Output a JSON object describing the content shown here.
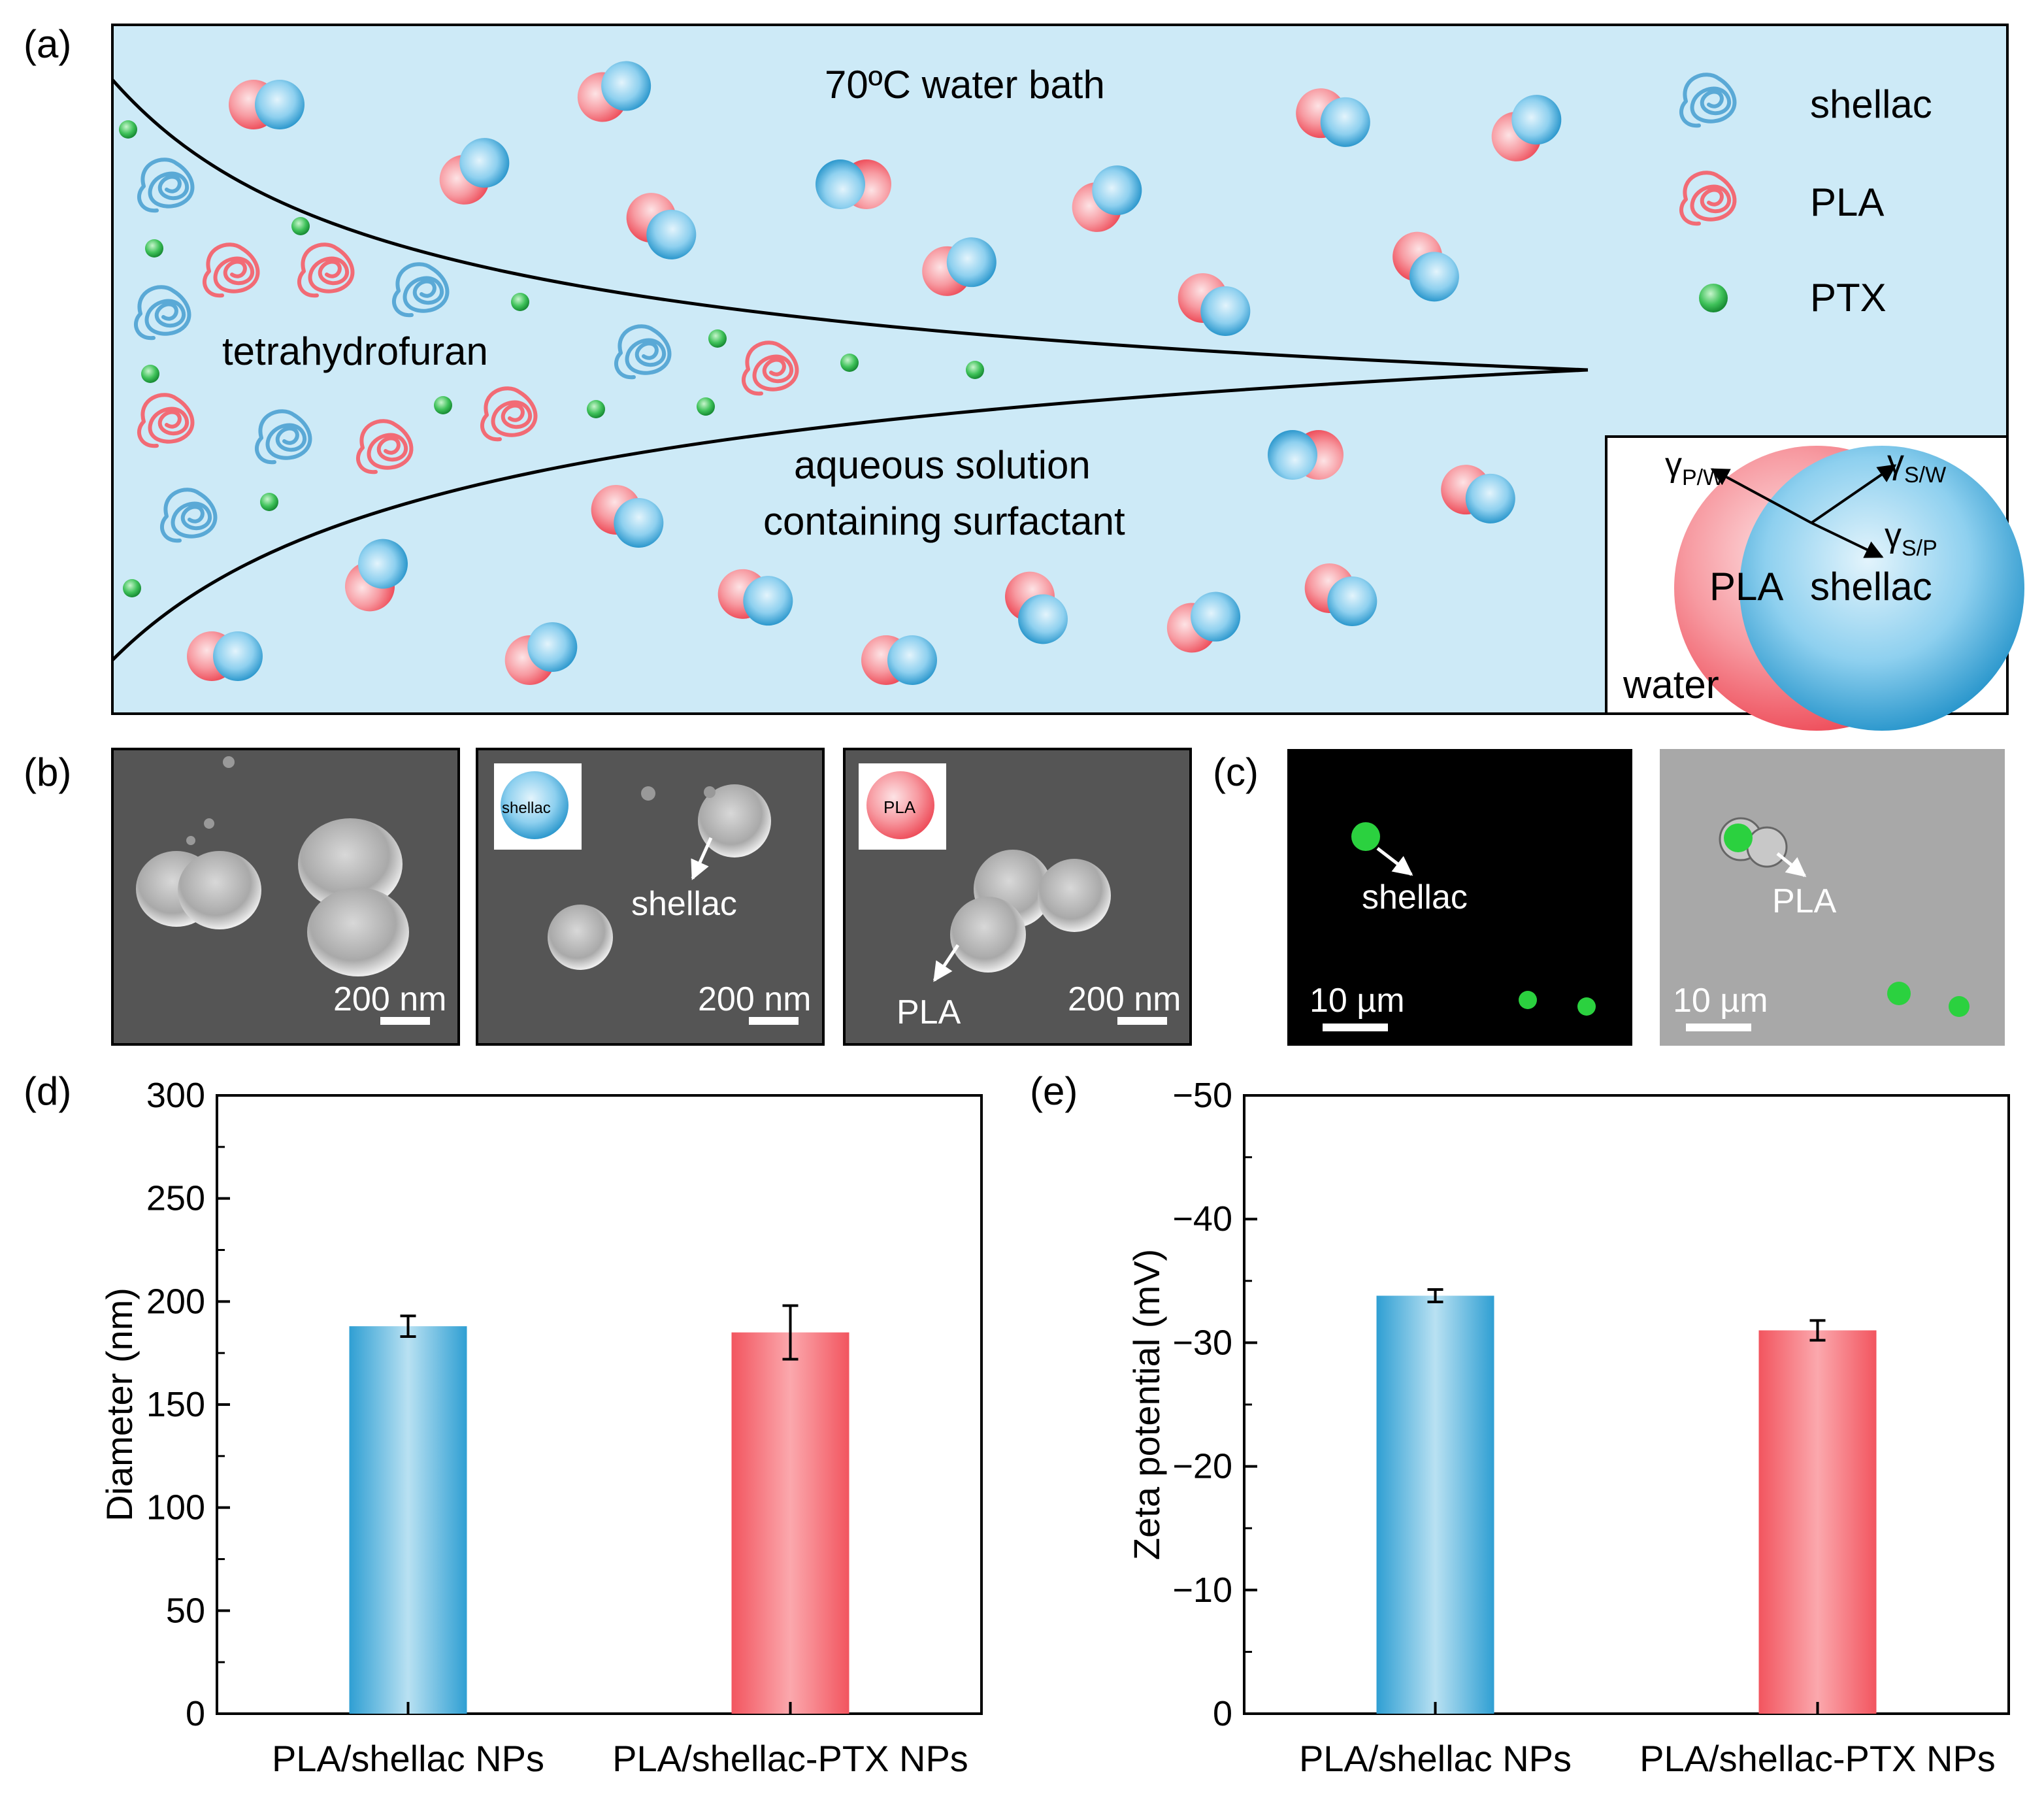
{
  "panel_labels": {
    "a": "(a)",
    "b": "(b)",
    "c": "(c)",
    "d": "(d)",
    "e": "(e)"
  },
  "schematic": {
    "title": "70ºC water bath",
    "solvent_label": "tetrahydrofuran",
    "aqueous_label_line1": "aqueous solution",
    "aqueous_label_line2": "containing surfactant",
    "legend": {
      "shellac": "shellac",
      "pla": "PLA",
      "ptx": "PTX"
    },
    "inset": {
      "gamma_pw": "γ",
      "gamma_pw_sub": "P/W",
      "gamma_sw": "γ",
      "gamma_sw_sub": "S/W",
      "gamma_sp": "γ",
      "gamma_sp_sub": "S/P",
      "pla": "PLA",
      "shellac": "shellac",
      "water": "water"
    },
    "colors": {
      "bath": "#cdeaf7",
      "pla": "#f26b75",
      "shellac": "#2f9fd3",
      "ptx": "#2cb04a"
    }
  },
  "sem": {
    "scale": "200 nm",
    "inset_shellac": "shellac",
    "inset_pla": "PLA",
    "arrow_shellac": "shellac",
    "arrow_pla": "PLA"
  },
  "fluor": {
    "scale": "10 µm",
    "arrow_shellac": "shellac",
    "arrow_pla": "PLA"
  },
  "chart_data": [
    {
      "type": "bar",
      "panel": "d",
      "categories": [
        "PLA/shellac NPs",
        "PLA/shellac-PTX NPs"
      ],
      "values": [
        188,
        185
      ],
      "errors": [
        5,
        13
      ],
      "colors": [
        "#2f9fd3",
        "#f26b75"
      ],
      "ylabel": "Diameter (nm)",
      "ylim": [
        0,
        300
      ],
      "yticks": [
        "0",
        "50",
        "100",
        "150",
        "200",
        "250",
        "300"
      ]
    },
    {
      "type": "bar",
      "panel": "e",
      "categories": [
        "PLA/shellac NPs",
        "PLA/shellac-PTX NPs"
      ],
      "values": [
        -33.8,
        -31
      ],
      "errors": [
        0.5,
        0.8
      ],
      "colors": [
        "#2f9fd3",
        "#f26b75"
      ],
      "ylabel": "Zeta potential (mV)",
      "ylim": [
        0,
        -50
      ],
      "yticks": [
        "0",
        "−10",
        "−20",
        "−30",
        "−40",
        "−50"
      ]
    }
  ]
}
